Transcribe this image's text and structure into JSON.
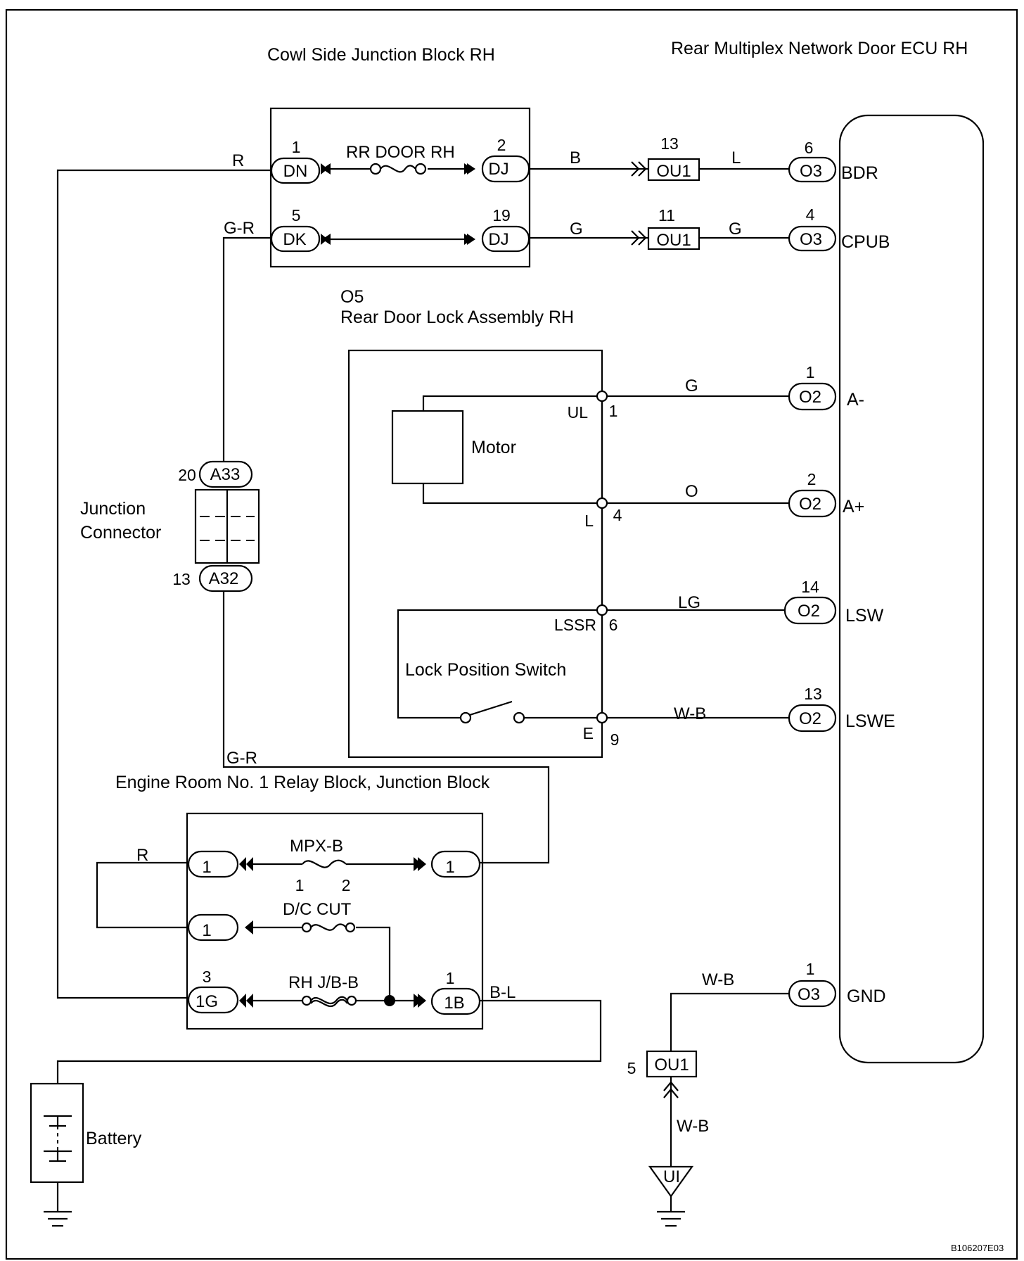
{
  "labels": {
    "cowl_jb": "Cowl Side Junction Block RH",
    "ecu": "Rear Multiplex Network Door ECU RH",
    "lock_code": "O5",
    "lock_name": "Rear Door Lock Assembly RH",
    "junction_connector_1": "Junction",
    "junction_connector_2": "Connector",
    "motor": "Motor",
    "lock_switch": "Lock Position Switch",
    "engine_room_jb": "Engine Room No. 1 Relay Block, Junction Block",
    "battery": "Battery",
    "figure_code": "B106207E03"
  },
  "fuses": {
    "rr_door": "RR DOOR RH",
    "mpx": "MPX-B",
    "dc_cut": "D/C CUT",
    "rh_jb": "RH J/B-B"
  },
  "wires": {
    "r_top": "R",
    "gr_top": "G-R",
    "b": "B",
    "l": "L",
    "g1": "G",
    "g2": "G",
    "g_a": "G",
    "o_a": "O",
    "lg": "LG",
    "wb_lswe": "W-B",
    "gr_bottom": "G-R",
    "r_mpx": "R",
    "bl": "B-L",
    "wb_gnd": "W-B",
    "wb_ui": "W-B"
  },
  "connectors": {
    "dn": "DN",
    "dk": "DK",
    "dj1": "DJ",
    "dj2": "DJ",
    "ou1a": "OU1",
    "ou1b": "OU1",
    "ou1c": "OU1",
    "o3a": "O3",
    "o3b": "O3",
    "o3c": "O3",
    "o2a": "O2",
    "o2b": "O2",
    "o2c": "O2",
    "o2d": "O2",
    "a33": "A33",
    "a32": "A32",
    "mpx_l": "1",
    "mpx_r": "1",
    "dc_l": "1",
    "g1": "1G",
    "b1": "1B",
    "ui": "UI"
  },
  "pins": {
    "dn": "1",
    "dj1": "2",
    "dk": "5",
    "dj2": "19",
    "ou1a": "13",
    "ou1b": "11",
    "ou1c": "5",
    "o3a": "6",
    "o3b": "4",
    "o3c": "1",
    "o2a": "1",
    "o2b": "2",
    "o2c": "14",
    "o2d": "13",
    "a33": "20",
    "a32": "13",
    "dc_1": "1",
    "dc_2": "2",
    "g1": "3",
    "b1": "1",
    "lock_ul": "1",
    "lock_l": "4",
    "lock_lssr": "6",
    "lock_e": "9"
  },
  "lock_terminals": {
    "ul": "UL",
    "l": "L",
    "lssr": "LSSR",
    "e": "E"
  },
  "ecu_terminals": {
    "bdr": "BDR",
    "cpub": "CPUB",
    "a_minus": "A-",
    "a_plus": "A+",
    "lsw": "LSW",
    "lswe": "LSWE",
    "gnd": "GND"
  }
}
